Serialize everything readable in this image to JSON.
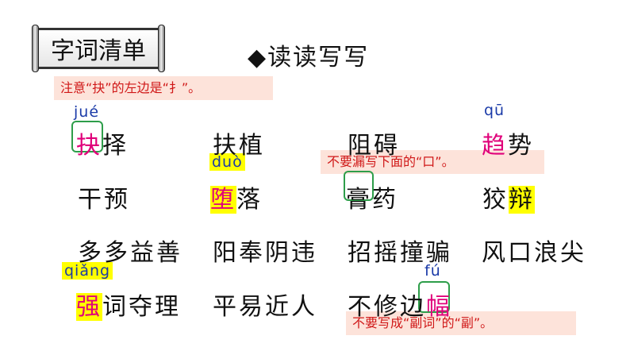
{
  "banner": {
    "title": "字词清单"
  },
  "heading": "◆读读写写",
  "notes": {
    "jue": "注意“抉”的左边是“扌”。",
    "gao": "不要漏写下面的“口”。",
    "fu": "不要写成“副词”的“副”。"
  },
  "pinyin": {
    "jue": "jué",
    "qu": "qū",
    "duo": "duò",
    "qiang": "qiǎng",
    "fu": "fú"
  },
  "row1": {
    "w1": {
      "hl": "抉",
      "rest": "择"
    },
    "w2": "扶植",
    "w3": "阻碍",
    "w4": {
      "hl": "趋",
      "rest": "势"
    }
  },
  "row2": {
    "w1": "干预",
    "w2": {
      "hl": "堕",
      "rest": "落"
    },
    "w3": {
      "hl": "膏",
      "rest": "药"
    },
    "w4": {
      "pre": "狡",
      "hl": "辩"
    }
  },
  "row3": {
    "w1": "多多益善",
    "w2": "阳奉阴违",
    "w3": "招摇撞骗",
    "w4": "风口浪尖"
  },
  "row4": {
    "w1": {
      "hl": "强",
      "rest": "词夺理"
    },
    "w2": "平易近人",
    "w3": {
      "pre": "不修边",
      "hl": "幅"
    }
  }
}
